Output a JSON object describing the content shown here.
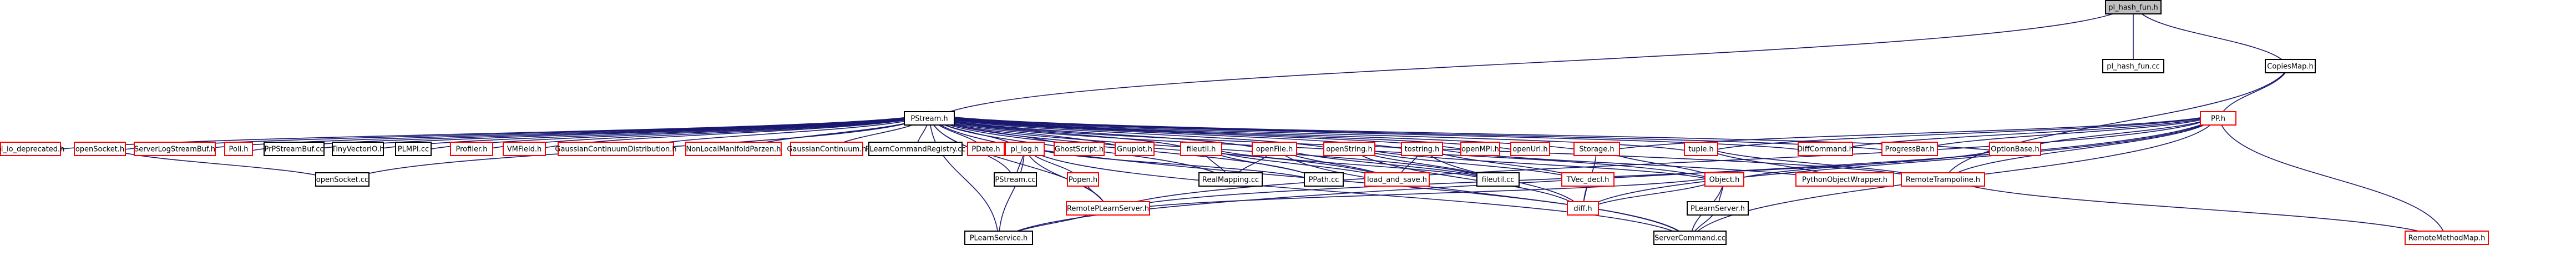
{
  "colors": {
    "root_fill": "#bfbfbf",
    "black_border": "#000000",
    "red_border": "#ff0000",
    "edge": "#191970"
  },
  "nodes": [
    {
      "id": "root",
      "label": "pl_hash_fun.h"
    },
    {
      "id": "hashcc",
      "label": "pl_hash_fun.cc"
    },
    {
      "id": "copies",
      "label": "CopiesMap.h"
    },
    {
      "id": "pstream",
      "label": "PStream.h"
    },
    {
      "id": "ppp",
      "label": "PP.h"
    },
    {
      "id": "pl_io_dep",
      "label": "pl_io_deprecated.h"
    },
    {
      "id": "opensocket_h",
      "label": "openSocket.h"
    },
    {
      "id": "serverlog",
      "label": "ServerLogStreamBuf.h"
    },
    {
      "id": "poll",
      "label": "Poll.h"
    },
    {
      "id": "pppstreambuf",
      "label": "PrPStreamBuf.cc"
    },
    {
      "id": "tinyvec",
      "label": "TinyVectorIO.h"
    },
    {
      "id": "plmpi",
      "label": "PLMPI.cc"
    },
    {
      "id": "profiler",
      "label": "Profiler.h"
    },
    {
      "id": "vmfield",
      "label": "VMField.h"
    },
    {
      "id": "gcd",
      "label": "GaussianContinuumDistribution.h"
    },
    {
      "id": "nonlocal",
      "label": "NonLocalManifoldParzen.h"
    },
    {
      "id": "gausscont",
      "label": "GaussianContinuum.h"
    },
    {
      "id": "plearnreg",
      "label": "PLearnCommandRegistry.cc"
    },
    {
      "id": "pdate",
      "label": "PDate.h"
    },
    {
      "id": "pl_log",
      "label": "pl_log.h"
    },
    {
      "id": "ghostscript",
      "label": "GhostScript.h"
    },
    {
      "id": "gnuplot",
      "label": "Gnuplot.h"
    },
    {
      "id": "fileutil",
      "label": "fileutil.h"
    },
    {
      "id": "openfile",
      "label": "openFile.h"
    },
    {
      "id": "openstring",
      "label": "openString.h"
    },
    {
      "id": "tostring",
      "label": "tostring.h"
    },
    {
      "id": "openmpi",
      "label": "openMPI.h"
    },
    {
      "id": "openurl",
      "label": "openUrl.h"
    },
    {
      "id": "storage",
      "label": "Storage.h"
    },
    {
      "id": "tuple",
      "label": "tuple.h"
    },
    {
      "id": "diffcommand",
      "label": "DiffCommand.h"
    },
    {
      "id": "progressbar",
      "label": "ProgressBar.h"
    },
    {
      "id": "optionbase",
      "label": "OptionBase.h"
    },
    {
      "id": "opensocket_cc",
      "label": "openSocket.cc"
    },
    {
      "id": "pstream_cc",
      "label": "PStream.cc"
    },
    {
      "id": "popen",
      "label": "Popen.h"
    },
    {
      "id": "realmapping",
      "label": "RealMapping.cc"
    },
    {
      "id": "ppath",
      "label": "PPath.cc"
    },
    {
      "id": "loadsave",
      "label": "load_and_save.h"
    },
    {
      "id": "fileutil_cc",
      "label": "fileutil.cc"
    },
    {
      "id": "tvec_decl",
      "label": "TVec_decl.h"
    },
    {
      "id": "object",
      "label": "Object.h"
    },
    {
      "id": "pyobjwrap",
      "label": "PythonObjectWrapper.h"
    },
    {
      "id": "remotetramp",
      "label": "RemoteTrampoline.h"
    },
    {
      "id": "remotepls",
      "label": "RemotePLearnServer.h"
    },
    {
      "id": "plearnserver",
      "label": "PLearnServer.h"
    },
    {
      "id": "diff",
      "label": "diff.h"
    },
    {
      "id": "plearnservice",
      "label": "PLearnService.h"
    },
    {
      "id": "servercmd",
      "label": "ServerCommand.cc"
    },
    {
      "id": "remotemethodmap",
      "label": "RemoteMethodMap.h"
    }
  ]
}
